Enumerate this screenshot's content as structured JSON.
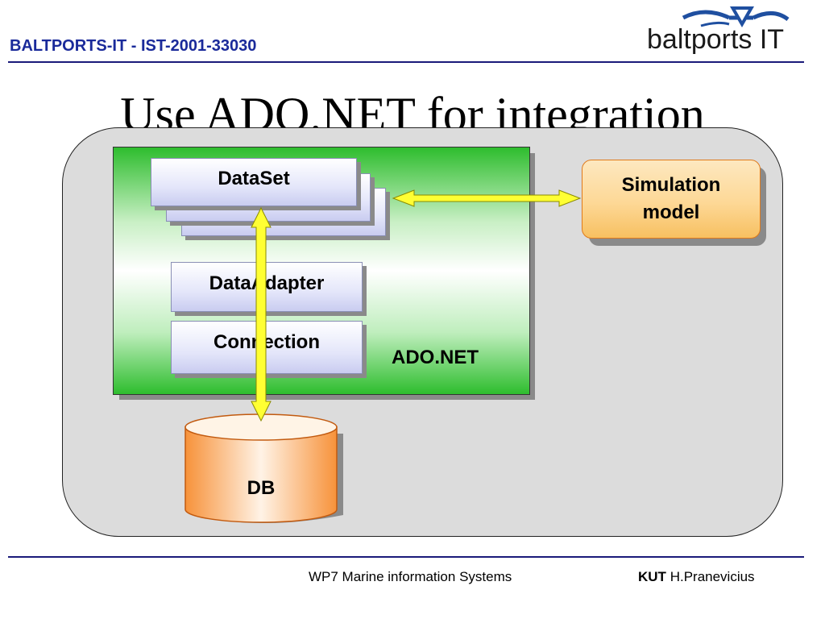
{
  "header": {
    "project_code": "BALTPORTS-IT - IST-2001-33030",
    "logo_text": "baltports IT"
  },
  "slide": {
    "title": "Use ADO.NET for integration"
  },
  "diagram": {
    "ado_label": "ADO.NET",
    "dataset_label": "DataSet",
    "dataadapter_label": "DataAdapter",
    "connection_label": "Connection",
    "simulation_line1": "Simulation",
    "simulation_line2": "model",
    "db_label": "DB"
  },
  "footer": {
    "center_text": "WP7 Marine information Systems",
    "org": "KUT",
    "author": "H.Pranevicius"
  },
  "colors": {
    "header_blue": "#1a2a9a",
    "green": "#2ebd2e",
    "arrow_yellow": "#ffff33",
    "db_orange": "#f7923a",
    "sim_orange": "#fdd896"
  }
}
